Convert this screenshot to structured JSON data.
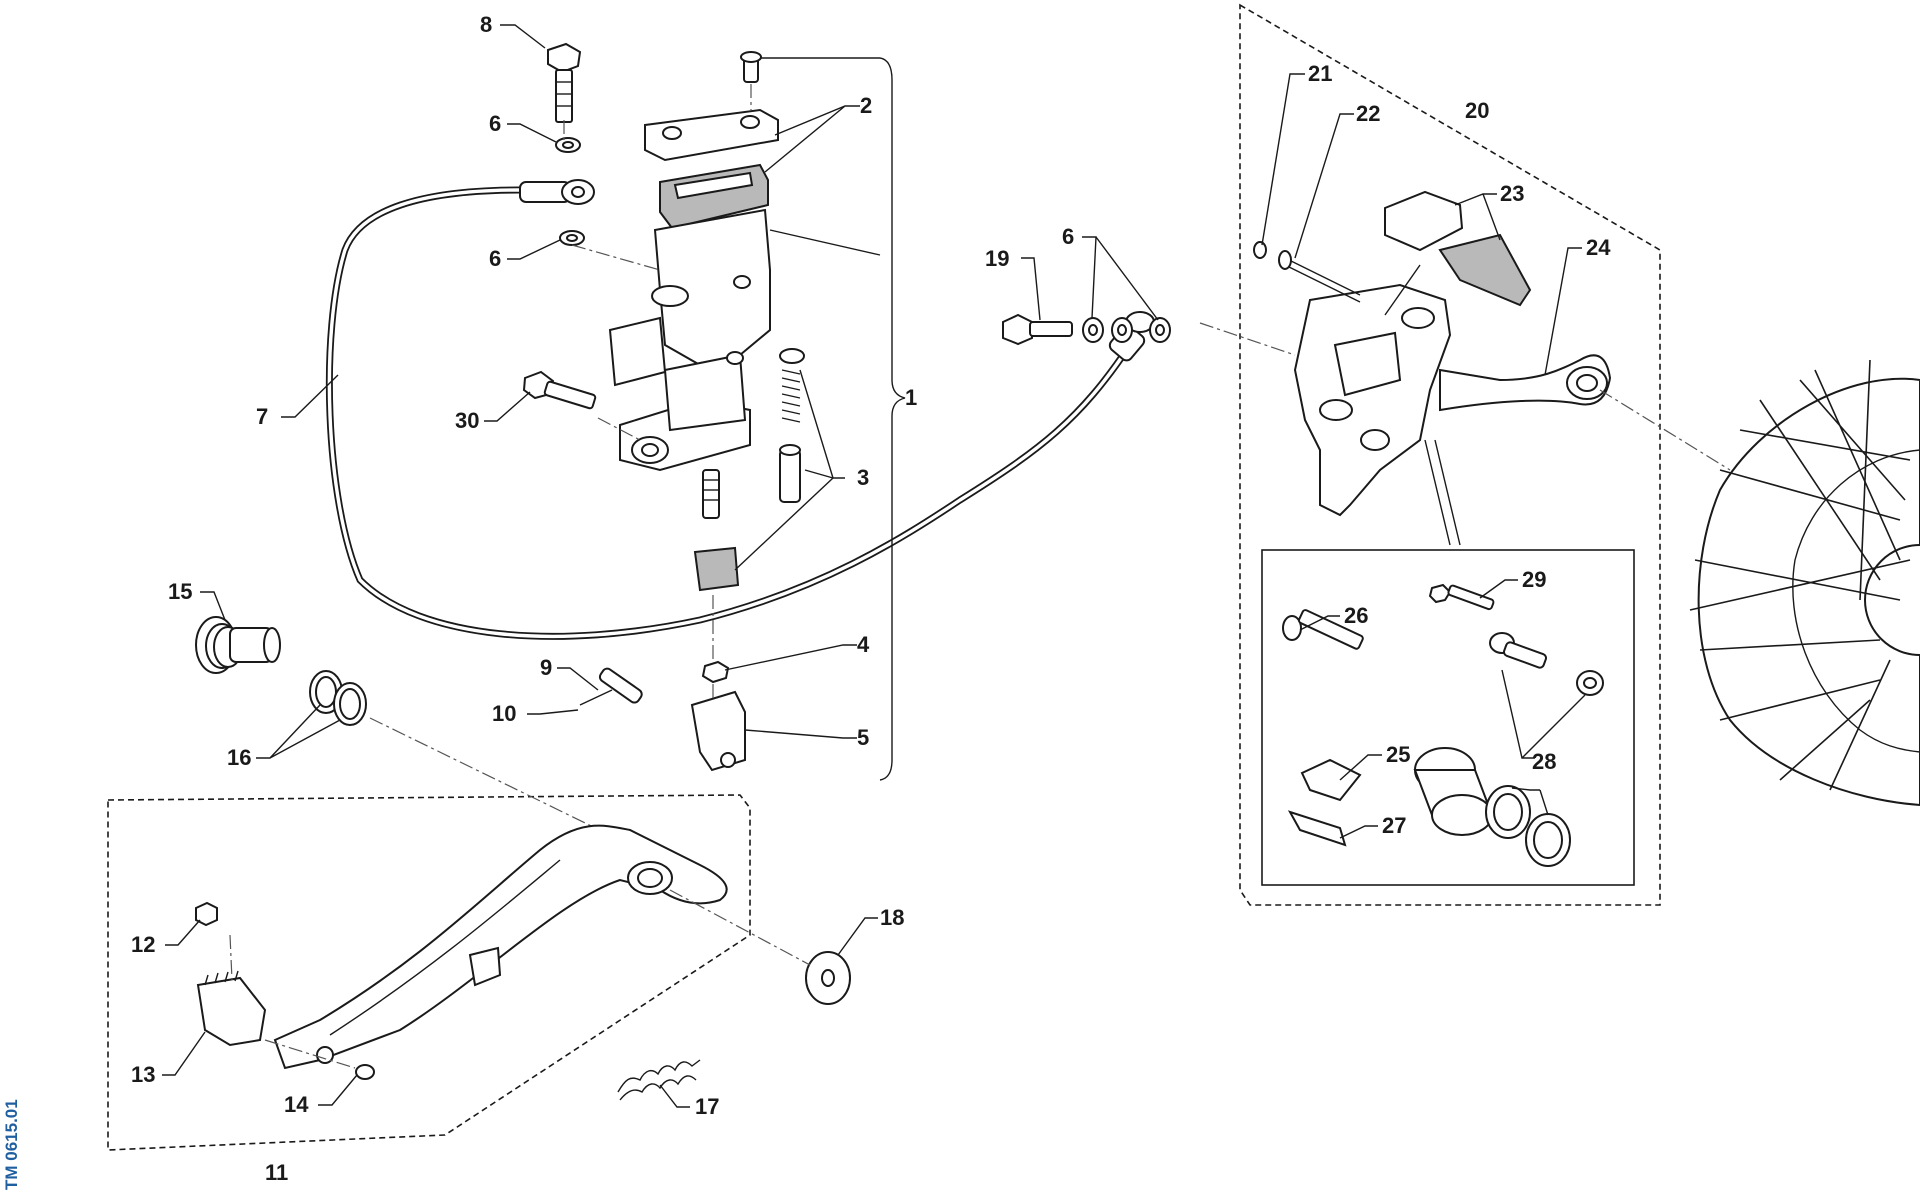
{
  "drawing_code": "TM 0615.01",
  "callouts": {
    "c1": "1",
    "c2": "2",
    "c3": "3",
    "c4": "4",
    "c5": "5",
    "c6a": "6",
    "c6b": "6",
    "c6c": "6",
    "c7": "7",
    "c8": "8",
    "c9": "9",
    "c10": "10",
    "c11": "11",
    "c12": "12",
    "c13": "13",
    "c14": "14",
    "c15": "15",
    "c16": "16",
    "c17": "17",
    "c18": "18",
    "c19": "19",
    "c20": "20",
    "c21": "21",
    "c22": "22",
    "c23": "23",
    "c24": "24",
    "c25": "25",
    "c26": "26",
    "c27": "27",
    "c28": "28",
    "c29": "29",
    "c30": "30"
  }
}
